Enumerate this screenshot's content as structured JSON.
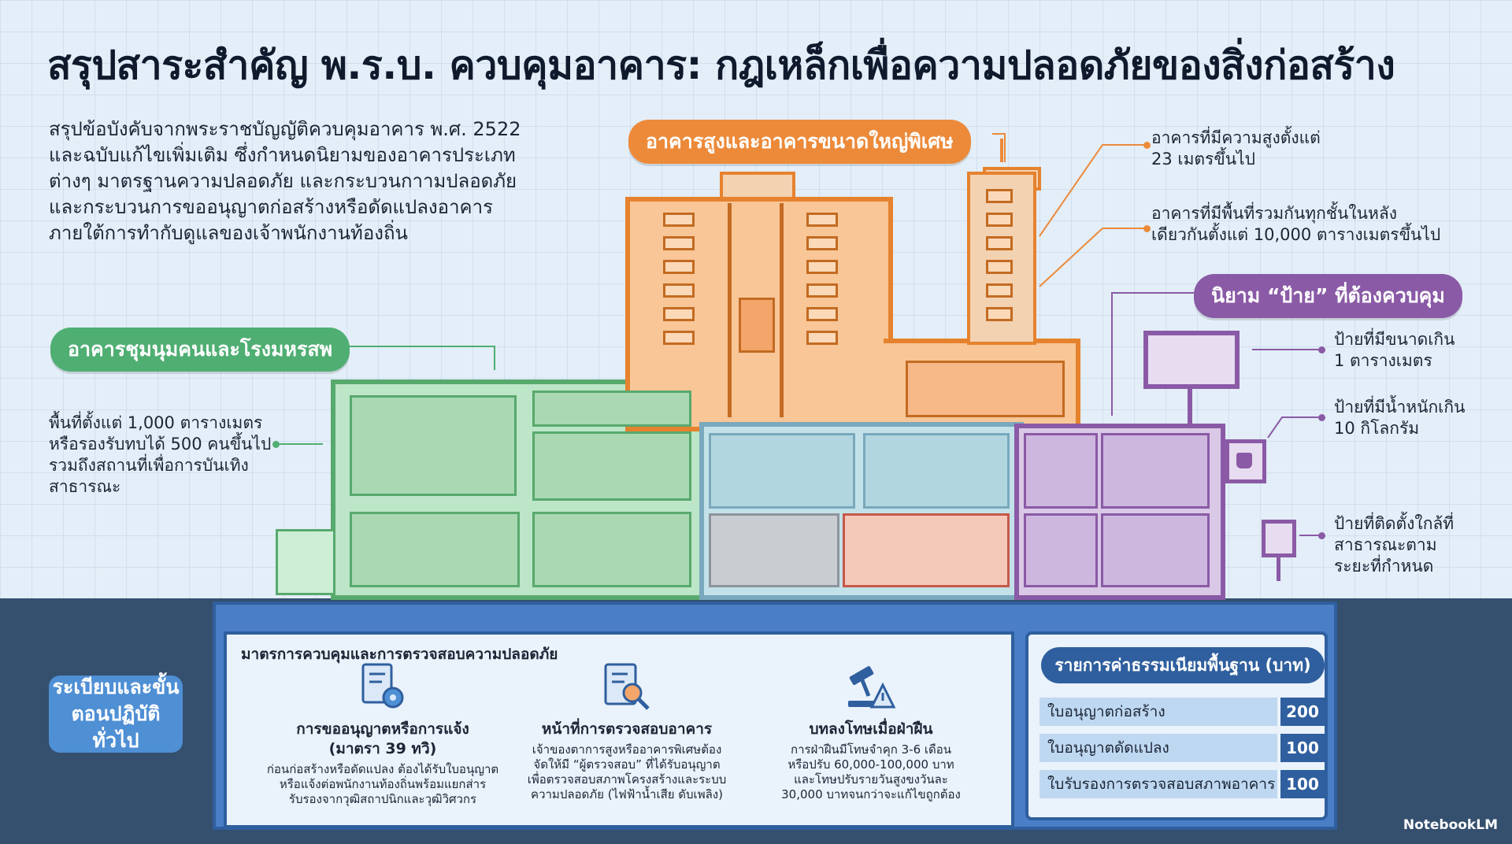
{
  "title": "สรุปสาระสำคัญ พ.ร.บ. ควบคุมอาคาร: กฎเหล็กเพื่อความปลอดภัยของสิ่งก่อสร้าง",
  "intro": {
    "line1": "สรุปข้อบังคับจากพระราชบัญญัติควบคุมอาคาร พ.ศ. 2522",
    "line2": "และฉบับแก้ไขเพิ่มเติม ซึ่งกำหนดนิยามของอาคารประเภท",
    "line3": "ต่างๆ มาตรฐานความปลอดภัย และกระบวนกาามปลอดภัย",
    "line4": "และกระบวนการขออนุญาตก่อสร้างหรือดัดแปลงอาคาร",
    "line5": "ภายใต้การทำกับดูแลของเจ้าพนักงานท้องถิ่น"
  },
  "high_rise": {
    "label": "อาคารสูงและอาคารขนาดใหญ่พิเศษ",
    "note1_line1": "อาคารที่มีความสูงตั้งแต่",
    "note1_line2": "23 เมตรขึ้นไป",
    "note2_line1": "อาคารที่มีพื้นที่รวมกันทุกชั้นในหลัง",
    "note2_line2": "เดียวกันตั้งแต่ 10,000 ตารางเมตรขึ้นไป"
  },
  "assembly": {
    "label": "อาคารชุมนุมคนและโรงมหรสพ",
    "note_line1": "พื้นที่ตั้งแต่ 1,000 ตารางเมตร",
    "note_line2": "หรือรองรับทบได้ 500 คนขึ้นไป",
    "note_line3": "รวมถึงสถานที่เพื่อการบันเทิง",
    "note_line4": "สาธารณะ"
  },
  "signs": {
    "label": "นิยาม “ป้าย” ที่ต้องควบคุม",
    "note1_line1": "ป้ายที่มีขนาดเกิน",
    "note1_line2": "1 ตารางเมตร",
    "note2_line1": "ป้ายที่มีน้ำหนักเกิน",
    "note2_line2": "10 กิโลกรัม",
    "note3_line1": "ป้ายที่ติดตั้งใกล้ที่",
    "note3_line2": "สาธารณะตาม",
    "note3_line3": "ระยะที่กำหนด"
  },
  "procedures": {
    "label_line1": "ระเบียบและขั้น",
    "label_line2": "ตอนปฏิบัติทั่วไป"
  },
  "measures": {
    "title": "มาตรการควบคุมและการตรวจสอบความปลอดภัย",
    "items": [
      {
        "icon": "document-gear-icon",
        "heading_line1": "การขออนุญาตหรือการแจ้ง",
        "heading_line2": "(มาตรา 39 ทวิ)",
        "body_line1": "ก่อนก่อสร้างหรือดัดแปลง ต้องได้รับใบอนุญาต",
        "body_line2": "หรือแจ้งต่อพนักงานท้องถิ่นพร้อมแยกส่าร",
        "body_line3": "รับรองจากวุฒิสถาปนิกและวุฒิวิศวกร"
      },
      {
        "icon": "inspection-magnifier-icon",
        "heading_line1": "หน้าที่การตรวจสอบอาคาร",
        "heading_line2": "",
        "body_line1": "เจ้าของตาการสูงหรืออาคารพิเศษต้อง",
        "body_line2": "จัดให้มี “ผู้ตรวจสอบ” ที่ได้รับอนุญาต",
        "body_line3": "เพื่อตรวจสอบสภาพโครงสร้างและระบบ",
        "body_line4": "ความปลอดภัย (ไฟฟ้าน้ำเสีย ดับเพลิง)"
      },
      {
        "icon": "gavel-warning-icon",
        "heading_line1": "บทลงโทษเมื่อฝ่าฝืน",
        "heading_line2": "",
        "body_line1": "การฝ่าฝืนมีโทษจำคุก 3-6 เดือน",
        "body_line2": "หรือปรับ 60,000-100,000 บาท",
        "body_line3": "และโทษปรับรายวันสูงขงวันละ",
        "body_line4": "30,000 บาทจนกว่าจะแก้ไขถูกต้อง"
      }
    ]
  },
  "fees": {
    "title": "รายการค่าธรรมเนียมพื้นฐาน (บาท)",
    "rows": [
      {
        "label": "ใบอนุญาตก่อสร้าง",
        "value": "200"
      },
      {
        "label": "ใบอนุญาตดัดแปลง",
        "value": "100"
      },
      {
        "label": "ใบรับรองการตรวจสอบสภาพอาคาร",
        "value": "100"
      }
    ]
  },
  "brand": "NotebookLM",
  "colors": {
    "orange": "#ec8a3a",
    "green": "#4fae72",
    "purple": "#8a5aa6",
    "blue": "#4f8fd4",
    "navy": "#2f5f9e"
  }
}
